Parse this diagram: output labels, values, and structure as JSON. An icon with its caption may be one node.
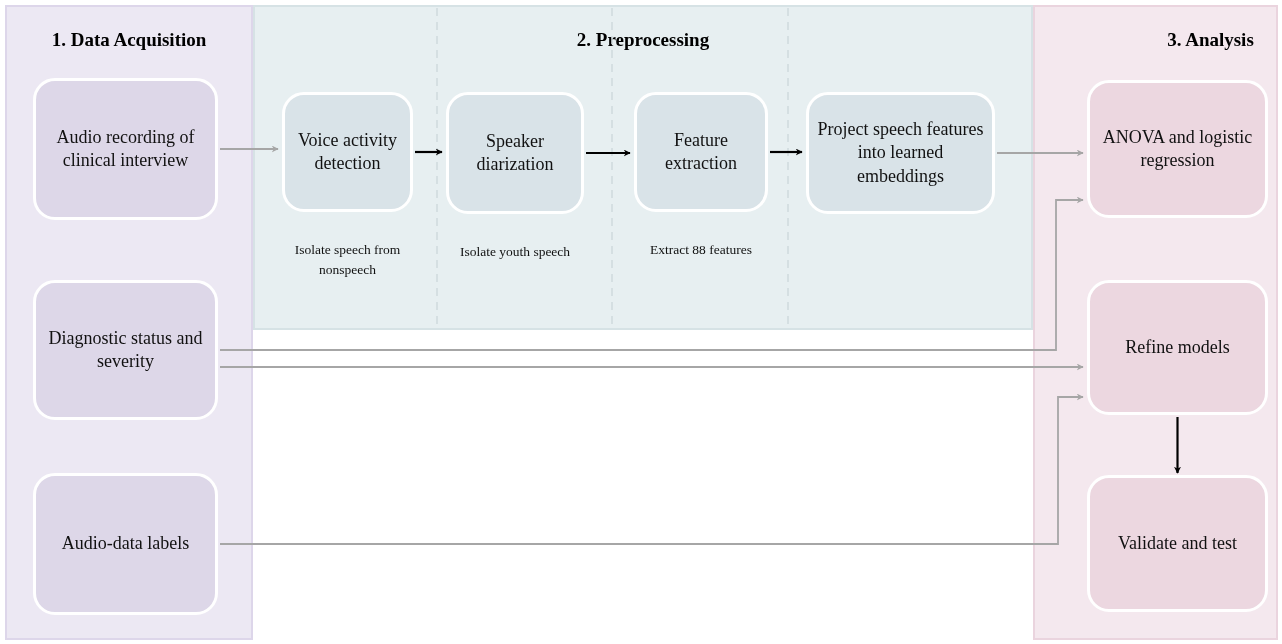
{
  "diagram": {
    "nodes": [
      {
        "text": [
          "1. Data Acquisition"
        ]
      },
      {
        "text": [
          "Audio recording of clinical interview"
        ],
        "in": 0
      },
      {
        "text": [
          "Diagnostic status and severity"
        ],
        "in": 0
      },
      {
        "text": [
          "Audio-data labels"
        ],
        "in": 0
      },
      {
        "text": [
          "2. Preprocessing"
        ]
      },
      {
        "text": [
          "Voice activity detection"
        ],
        "in": 4,
        "beside": [
          "Isolate speech from nonspeech"
        ]
      },
      {
        "text": [
          "Speaker diarization"
        ],
        "in": 4,
        "beside": [
          "Isolate youth speech"
        ]
      },
      {
        "text": [
          "Feature extraction"
        ],
        "in": 4,
        "beside": [
          "Extract 88 features"
        ]
      },
      {
        "text": [
          "Project speech features into learned embeddings"
        ],
        "in": 4
      },
      {
        "text": [
          "3. Analysis"
        ]
      },
      {
        "text": [
          "ANOVA and logistic regression"
        ],
        "in": 9
      },
      {
        "text": [
          "Refine models"
        ],
        "in": 9
      },
      {
        "text": [
          "Validate and test"
        ],
        "in": 9
      }
    ],
    "edges": [
      {
        "from": 1,
        "to": 5,
        "arrow": "to"
      },
      {
        "from": 5,
        "to": 6,
        "arrow": "to",
        "color": "#000000"
      },
      {
        "from": 6,
        "to": 7,
        "arrow": "to",
        "color": "#000000"
      },
      {
        "from": 7,
        "to": 8,
        "arrow": "to",
        "color": "#000000"
      },
      {
        "from": 8,
        "to": 10,
        "arrow": "to"
      },
      {
        "from": 2,
        "to": 10,
        "arrow": "to"
      },
      {
        "from": 2,
        "to": 11,
        "arrow": "to"
      },
      {
        "from": 3,
        "to": 11,
        "arrow": "to"
      },
      {
        "from": 11,
        "to": 12,
        "arrow": "to",
        "color": "#000000"
      }
    ]
  }
}
